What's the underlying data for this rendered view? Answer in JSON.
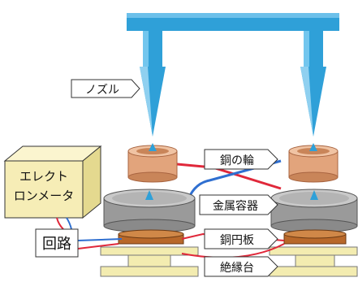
{
  "labels": {
    "nozzle": "ノズル",
    "copper_ring": "銅の輪",
    "metal_container": "金属容器",
    "copper_disc": "銅円板",
    "insulating_base": "絶縁台",
    "electrometer": "エレクトロンメータ",
    "circuit": "回路"
  },
  "colors": {
    "nozzle": "#2fa0d8",
    "nozzle_light": "#8fd0f0",
    "copper": "#e2a47c",
    "copper_edge": "#a86440",
    "container": "#9a9a9a",
    "container_top": "#c9c9c9",
    "disc": "#b8682a",
    "base": "#f3ecb0",
    "electrometer_box": "#f6edb6",
    "wire_red": "#e0283a",
    "wire_blue": "#2f6fd0"
  }
}
